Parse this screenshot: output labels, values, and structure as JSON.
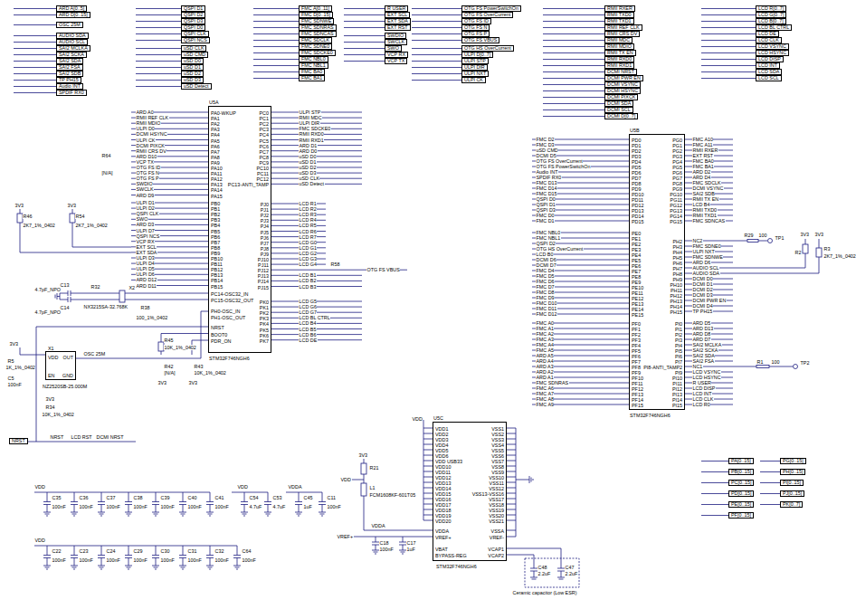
{
  "diagram": {
    "nodes": [
      {
        "text": [
          "U5A",
          "PA0-WKUP",
          "PA1",
          "PA2",
          "PA3",
          "PA4",
          "PA5",
          "PA6",
          "PA7",
          "PA8",
          "PA9",
          "PA10",
          "PA11",
          "PA12",
          "PA13",
          "PA14",
          "PA15",
          "PB0",
          "PB1",
          "PB2",
          "PB3",
          "PB4",
          "PB5",
          "PB6",
          "PB7",
          "PB8",
          "PB9",
          "PB10",
          "PB11",
          "PB12",
          "PB13",
          "PB14",
          "PB15",
          "PC14-OSC32_IN",
          "PC15-OSC32_OUT",
          "PH0-OSC_IN",
          "PH1-OSC_OUT",
          "NRST",
          "BOOT0",
          "PDR_ON",
          "PC0",
          "PC1",
          "PC2",
          "PC3",
          "PC4",
          "PC5",
          "PC6",
          "PC7",
          "PC8",
          "PC9",
          "PC10",
          "PC11",
          "PC12",
          "PC13-ANTI_TAMP",
          "PJ0",
          "PJ1",
          "PJ2",
          "PJ3",
          "PJ4",
          "PJ5",
          "PJ6",
          "PJ7",
          "PJ8",
          "PJ9",
          "PJ10",
          "PJ11",
          "PJ12",
          "PJ13",
          "PJ14",
          "PJ15",
          "PK0",
          "PK1",
          "PK2",
          "PK3",
          "PK4",
          "PK5",
          "PK6",
          "PK7",
          "STM32F746NGH6"
        ]
      },
      {
        "text": [
          "U5B",
          "PD0",
          "PD1",
          "PD2",
          "PD3",
          "PD4",
          "PD5",
          "PD6",
          "PD7",
          "PD8",
          "PD9",
          "PD10",
          "PD11",
          "PD12",
          "PD13",
          "PD14",
          "PD15",
          "PE0",
          "PE1",
          "PE2",
          "PE3",
          "PE4",
          "PE5",
          "PE6",
          "PE7",
          "PE8",
          "PE9",
          "PE10",
          "PE11",
          "PE12",
          "PE13",
          "PE14",
          "PE15",
          "PF0",
          "PF1",
          "PF2",
          "PF3",
          "PF4",
          "PF5",
          "PF6",
          "PF7",
          "PF8",
          "PF9",
          "PF10",
          "PF11",
          "PF12",
          "PF13",
          "PF14",
          "PF15",
          "PG0",
          "PG1",
          "PG2",
          "PG3",
          "PG4",
          "PG5",
          "PG6",
          "PG7",
          "PG8",
          "PG9",
          "PG10",
          "PG11",
          "PG12",
          "PG13",
          "PG14",
          "PG15",
          "PH2",
          "PH3",
          "PH4",
          "PH5",
          "PH6",
          "PH7",
          "PH8",
          "PH9",
          "PH10",
          "PH11",
          "PH12",
          "PH13",
          "PH14",
          "PH15",
          "PI0",
          "PI1",
          "PI2",
          "PI3",
          "PI4",
          "PI5",
          "PI6",
          "PI7",
          "PI8-ANTI_TAMP2",
          "PI9",
          "PI10",
          "PI11",
          "PI12",
          "PI13",
          "PI14",
          "PI15",
          "STM32F746NGH6"
        ]
      },
      {
        "text": [
          "U5C",
          "VDD1",
          "VDD2",
          "VDD3",
          "VDD4",
          "VDD5",
          "VDD6",
          "VDD USB33",
          "VDD10",
          "VDD11",
          "VDD12",
          "VDD13",
          "VDD14",
          "VDD15",
          "VDD16",
          "VDD17",
          "VDD18",
          "VDD19",
          "VDD20",
          "VDDA",
          "VREF+",
          "VBAT",
          "BYPASS-REG",
          "VSS1",
          "VSS2",
          "VSS3",
          "VSS4",
          "VSS5",
          "VSS6",
          "VSS7",
          "VSS8",
          "VSS9",
          "VSS10",
          "VSS11",
          "VSS12",
          "VSS13-VSS16",
          "VSS17",
          "VSS18",
          "VSS19",
          "VSS20",
          "VSS21",
          "VSSA",
          "VREF-",
          "VCAP1",
          "VCAP2",
          "STM32F746NGH6"
        ]
      },
      {
        "text": [
          "X1",
          "VDD",
          "OUT",
          "EN",
          "GND",
          "NZ2520SB-25.000M"
        ]
      }
    ],
    "edges": [
      {
        "from": 3,
        "to": 0,
        "arrow": "none"
      }
    ],
    "labels": [
      "ARD A[0..5]",
      "ARD D[0..15]",
      "OSC 25M",
      "AUDIO SDA",
      "AUDIO SCL",
      "SAI2 MCLKA",
      "SAI2 SCKA",
      "SAI2 SDA",
      "SAI2 FSA",
      "SAI2 SDB",
      "TP PH15",
      "Audio INT",
      "SPDIF RX0",
      "QSPI D1",
      "QSPI D2",
      "QSPI D3",
      "QSPI D0",
      "QSPI CLK",
      "QSPI NCS",
      "uSD CLK",
      "uSD CMD",
      "uSD D0",
      "uSD D1",
      "uSD D2",
      "uSD D3",
      "uSD Detect",
      "FMC A[0..11]",
      "FMC D[0..15]",
      "FMC SDNWE",
      "FMC SDNRAS",
      "FMC SDNCAS",
      "FMC SDCLK",
      "FMC SDNE0",
      "FMC SDCKE0",
      "FMC NBL0",
      "FMC NBL1",
      "FMC BA0",
      "FMC BA1",
      "R USER",
      "EXT SCL",
      "EXT SDA",
      "EXT RST",
      "SWDIO",
      "SWCLK",
      "SWO",
      "VCP RX",
      "VCP TX",
      "OTG FS PowerSwitchOn",
      "OTG FS OverCurrent",
      "OTG FS ID",
      "OTG FS N",
      "OTG FS P",
      "OTG FS VBUS",
      "OTG HS OverCurrent",
      "ULPI D[0..7]",
      "ULPI STP",
      "ULPI DIR",
      "ULPI NXT",
      "ULPI CK",
      "RMII RXER",
      "RMII TXD0",
      "RMII TXD1",
      "RMII REF CLK",
      "RMII CRS DV",
      "RMII MDC",
      "RMII MDIO",
      "RMII TX EN",
      "RMII RXD0",
      "RMII RXD1",
      "DCMI NRST",
      "DCMI PWR EN",
      "DCMI VSYNC",
      "DCMI HSYNC",
      "DCMI PIXCK",
      "DCMI SDA",
      "DCMI SCL",
      "DCMI D[0..7]",
      "LCD R[0..7]",
      "LCD G[0..7]",
      "LCD B[0..7]",
      "LCD BL CTRL",
      "LCD DE",
      "LCD CLK",
      "LCD VSYNC",
      "LCD HSYNC",
      "LCD DISP",
      "LCD INT",
      "LCD SDA",
      "LCD SCL",
      "ARD A0",
      "RMII REF CLK",
      "RMII MDIO",
      "ULPI D0",
      "DCMI HSYNC",
      "ULPI CK",
      "DCMI PIXCK",
      "RMII CRS DV",
      "ARD D10",
      "VCP TX",
      "OTG FS ID",
      "OTG FS N",
      "OTG FS P",
      "SWDIO",
      "SWCLK",
      "ARD D9",
      "ULPI D1",
      "ULPI D2",
      "QSPI CLK",
      "SWO",
      "ARD D3",
      "ULPI D7",
      "QSPI NCS",
      "VCP RX",
      "EXT SCL",
      "EXT SDA",
      "ULPI D3",
      "ULPI D4",
      "ULPI D5",
      "ULPI D6",
      "ARD D12",
      "ARD D11",
      "ULPI STP",
      "RMII MDC",
      "ULPI DIR",
      "FMC SDCKE0",
      "RMII RXD0",
      "RMII RXD1",
      "ARD D1",
      "ARD D0",
      "uSD D0",
      "uSD D1",
      "uSD D2",
      "uSD D3",
      "uSD CLK",
      "uSD Detect",
      "LCD R1",
      "LCD R2",
      "LCD R3",
      "LCD R4",
      "LCD R5",
      "LCD R6",
      "LCD R7",
      "LCD G0",
      "LCD G1",
      "LCD G2",
      "LCD G3",
      "LCD G4",
      "R58",
      "OTG FS VBUS",
      "LCD B1",
      "LCD B2",
      "LCD B3",
      "LCD G5",
      "LCD G6",
      "LCD G7",
      "LCD BL CTRL",
      "LCD B4",
      "LCD B5",
      "LCD B6",
      "LCD DE",
      "FMC D2",
      "FMC D3",
      "uSD CMD",
      "DCMI D5",
      "OTG FS OverCurrent",
      "OTG FS PowerSwitchOn",
      "Audio INT",
      "SPDIF RX0",
      "FMC D13",
      "FMC D14",
      "FMC D15",
      "QSPI D0",
      "QSPI D1",
      "QSPI D3",
      "FMC D0",
      "FMC D1",
      "FMC NBL0",
      "FMC NBL1",
      "QSPI D2",
      "OTG HS OverCurrent",
      "LCD B0",
      "DCMI D6",
      "DCMI D7",
      "FMC D4",
      "FMC D5",
      "FMC D6",
      "FMC D7",
      "FMC D8",
      "FMC D9",
      "FMC D10",
      "FMC D11",
      "FMC D12",
      "FMC A0",
      "FMC A1",
      "FMC A2",
      "FMC A3",
      "FMC A4",
      "FMC A5",
      "ARD A5",
      "ARD A4",
      "ARD A3",
      "ARD A2",
      "ARD A1",
      "FMC SDNRAS",
      "FMC A6",
      "FMC A7",
      "FMC A8",
      "FMC A9",
      "FMC A10",
      "FMC A11",
      "RMII RXER",
      "EXT RST",
      "FMC BA0",
      "FMC BA1",
      "ARD D2",
      "ARD D4",
      "FMC SDCLK",
      "DCMI VSYNC",
      "SAI2 SDB",
      "RMII TX EN",
      "LCD B4",
      "RMII TXD0",
      "RMII TXD1",
      "FMC SDNCAS",
      "NC2",
      "FMC SDNE0",
      "ULPI NXT",
      "FMC SDNWE",
      "ARD D6",
      "AUDIO SCL",
      "AUDIO SDA",
      "DCMI D0",
      "DCMI D1",
      "DCMI D2",
      "DCMI D3",
      "DCMI PWR EN",
      "DCMI D4",
      "TP PH15",
      "ARD D5",
      "ARD D13",
      "ARD D8",
      "ARD D7",
      "SAI2 MCLKA",
      "SAI2 SCKA",
      "SAI2 SDA",
      "SAI2 FSA",
      "NC1",
      "LCD VSYNC",
      "LCD HSYNC",
      "R USER",
      "LCD DISP",
      "LCD INT",
      "LCD CLK",
      "LCD R0",
      "PA[0..15]",
      "PB[0..15]",
      "PC[0..15]",
      "PD[0..15]",
      "PE[0..15]",
      "PF[0..15]",
      "PG[0..15]",
      "PH[0..15]",
      "PI[0..15]",
      "PJ[0..15]",
      "PK[0..7]",
      "R64",
      "[N/A]",
      "3V3",
      "R46",
      "2K7_1%_0402",
      "3V3",
      "R54",
      "2K7_1%_0402",
      "C13",
      "4.7pF_NPO",
      "R32",
      "X2",
      "NX3215SA-32.768K",
      "C14",
      "4.7pF_NPO",
      "R38",
      "100_1%_0402",
      "R45",
      "10K_1%_0402",
      "R42",
      "[N/A]",
      "R43",
      "10K_1%_0402",
      "3V3",
      "3V3",
      "3V3",
      "R5",
      "1K_1%_0402",
      "C5",
      "100nF",
      "OSC 25M",
      "3V3",
      "R34",
      "10K_1%_0402",
      "NRST",
      "NRST",
      "LCD RST",
      "DCMI NRST",
      "VDD",
      "C35",
      "100nF",
      "C36",
      "100nF",
      "C37",
      "100nF",
      "C38",
      "100nF",
      "C39",
      "100nF",
      "C40",
      "100nF",
      "C41",
      "100nF",
      "VDD",
      "C54",
      "4.7uF",
      "C53",
      "4.7uF",
      "VDDA",
      "C45",
      "1uF",
      "C11",
      "100nF",
      "VDD",
      "C22",
      "100nF",
      "C23",
      "100nF",
      "C24",
      "100nF",
      "C29",
      "100nF",
      "C30",
      "100nF",
      "C31",
      "100nF",
      "C32",
      "100nF",
      "C64",
      "100nF",
      "3V3",
      "R21",
      "VDD",
      "L1",
      "FCM1608KF-601T05",
      "VDDA",
      "VREF+",
      "C18",
      "100nF",
      "C17",
      "1uF",
      "VDD",
      "C48",
      "2.2uF",
      "C47",
      "2.2uF",
      "Ceramic capacitor (Low ESR)",
      "R29",
      "100",
      "TP1",
      "3V3",
      "3V3",
      "R2",
      "R3",
      "2K7_1%_0402",
      "R1",
      "100",
      "TP2"
    ]
  }
}
